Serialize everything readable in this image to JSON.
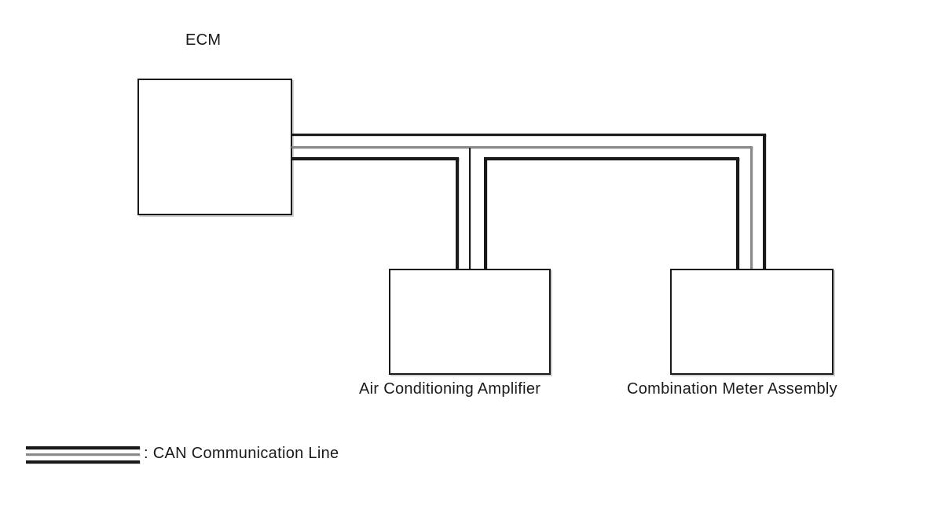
{
  "diagram": {
    "nodes": {
      "ecm": {
        "label": "ECM"
      },
      "ac_amplifier": {
        "label": "Air Conditioning Amplifier"
      },
      "combination_meter": {
        "label": "Combination Meter Assembly"
      }
    },
    "connections": [
      {
        "from": "ECM",
        "to": "Air Conditioning Amplifier",
        "via": "CAN Communication Line"
      },
      {
        "from": "ECM",
        "to": "Combination Meter Assembly",
        "via": "CAN Communication Line"
      }
    ],
    "legend": {
      "label": ": CAN Communication Line"
    },
    "colors": {
      "line_black": "#1a1a1a",
      "line_gray": "#8a8a8a",
      "background": "#ffffff"
    }
  }
}
